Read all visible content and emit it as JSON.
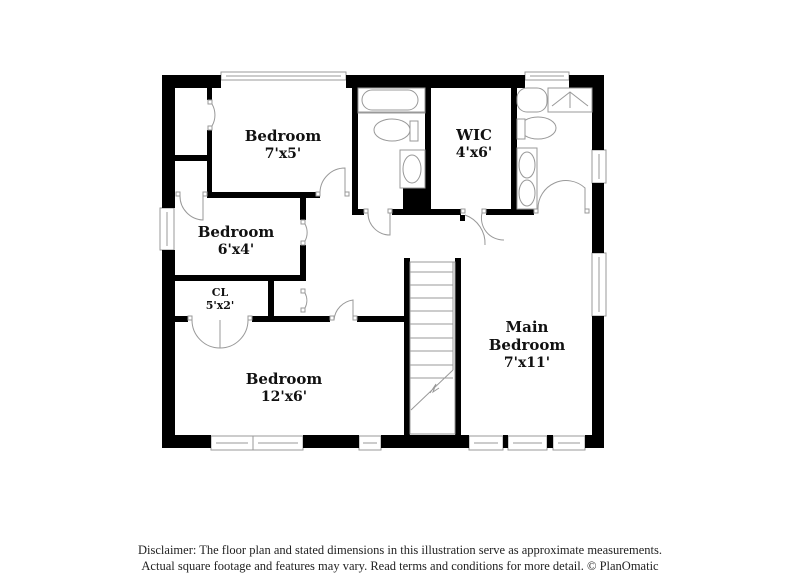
{
  "floor_plan": {
    "rooms": [
      {
        "id": "bedroom-1",
        "name": "Bedroom",
        "dimensions": "7'x5'"
      },
      {
        "id": "bedroom-2",
        "name": "Bedroom",
        "dimensions": "6'x4'"
      },
      {
        "id": "closet",
        "name": "CL",
        "dimensions": "5'x2'"
      },
      {
        "id": "bedroom-3",
        "name": "Bedroom",
        "dimensions": "12'x6'"
      },
      {
        "id": "wic",
        "name": "WIC",
        "dimensions": "4'x6'"
      },
      {
        "id": "main-bedroom",
        "name_line1": "Main",
        "name_line2": "Bedroom",
        "dimensions": "7'x11'"
      }
    ],
    "colors": {
      "wall": "#000000",
      "fixture_line": "#9a9a9a",
      "background": "#ffffff"
    }
  },
  "disclaimer": {
    "line1": "Disclaimer: The floor plan and stated dimensions in this illustration serve as approximate measurements.",
    "line2": "Actual square footage and features may vary. Read terms and conditions for more detail. © PlanOmatic"
  }
}
